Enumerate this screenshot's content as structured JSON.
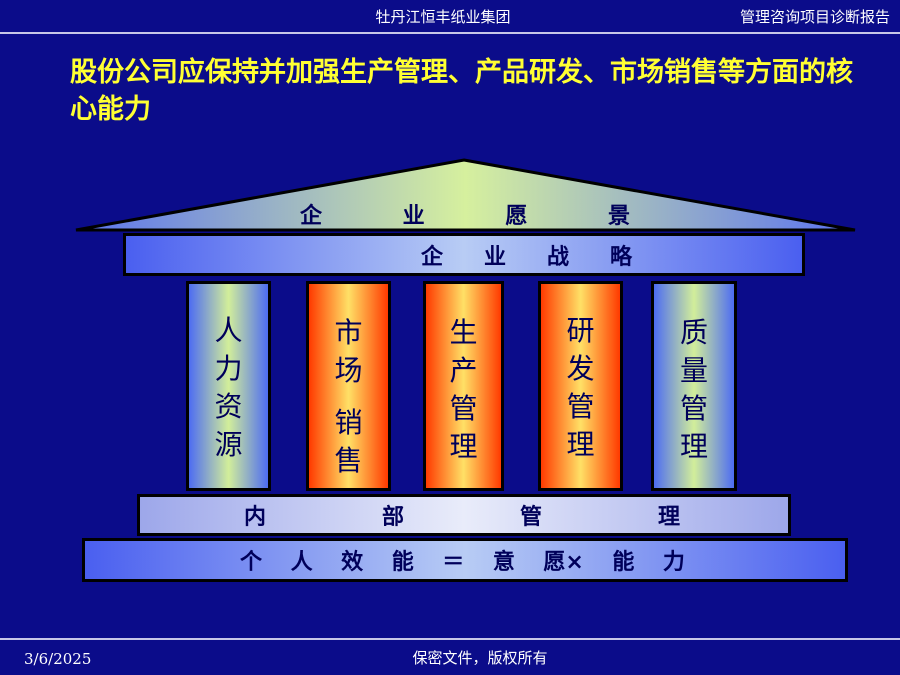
{
  "header": {
    "company": "牡丹江恒丰纸业集团",
    "report": "管理咨询项目诊断报告"
  },
  "title": "股份公司应保持并加强生产管理、产品研发、市场销售等方面的核心能力",
  "roof": {
    "chars": [
      "企",
      "业",
      "愿",
      "景"
    ]
  },
  "strategy": {
    "chars": [
      "企",
      "业",
      "战",
      "略"
    ]
  },
  "pillars": [
    {
      "chars": [
        "人",
        "力",
        "资",
        "源"
      ]
    },
    {
      "chars": [
        "市",
        "场",
        "销",
        "售"
      ]
    },
    {
      "chars": [
        "生",
        "产",
        "管",
        "理"
      ]
    },
    {
      "chars": [
        "研",
        "发",
        "管",
        "理"
      ]
    },
    {
      "chars": [
        "质",
        "量",
        "管",
        "理"
      ]
    }
  ],
  "internal": {
    "chars": [
      "内",
      "部",
      "管",
      "理"
    ]
  },
  "personal": {
    "chars": [
      "个",
      "人",
      "效",
      "能",
      "＝",
      "意",
      "愿×",
      "能",
      "力"
    ]
  },
  "footer": {
    "date": "3/6/2025",
    "confidential": "保密文件，版权所有"
  },
  "colors": {
    "background": "#0b0c8a",
    "title": "#ffff33",
    "pillar_cool": "#4d6cf2",
    "pillar_warm": "#ff3a00"
  }
}
